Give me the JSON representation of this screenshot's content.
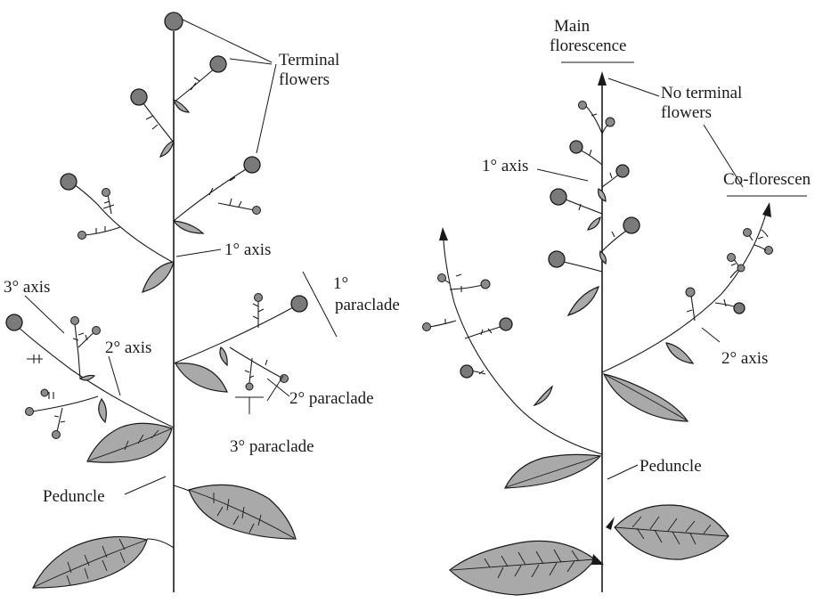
{
  "left_panel": {
    "terminal_flowers_label": [
      "Terminal",
      "flowers"
    ],
    "primary_axis_label": "1° axis",
    "primary_paraclade_label": [
      "1°",
      "paraclade"
    ],
    "tertiary_axis_label": "3° axis",
    "secondary_axis_label": "2° axis",
    "secondary_paraclade_label": "2° paraclade",
    "tertiary_paraclade_label": "3° paraclade",
    "peduncle_label": "Peduncle"
  },
  "right_panel": {
    "main_florescence_label": [
      "Main",
      "florescence"
    ],
    "no_terminal_flowers_label": [
      "No terminal",
      "flowers"
    ],
    "primary_axis_label": "1° axis",
    "coflorescence_label": "Co-florescen",
    "secondary_axis_label": "2° axis",
    "peduncle_label": "Peduncle"
  },
  "colors": {
    "flower": "#7a7a7a",
    "leaf": "#a9a9a9",
    "line": "#1a1a1a"
  }
}
